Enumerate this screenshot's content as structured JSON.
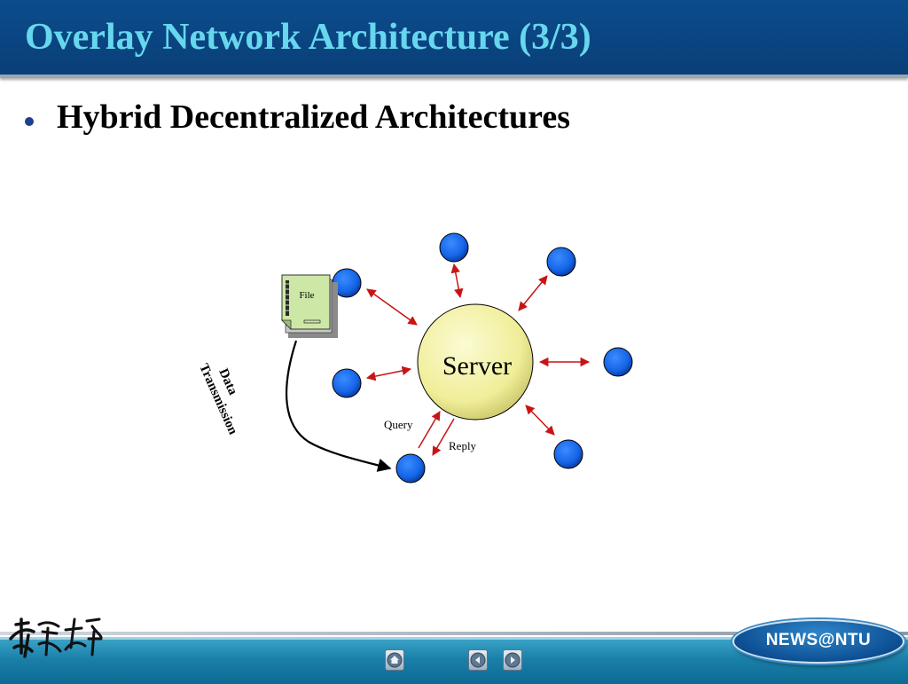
{
  "slide": {
    "title": "Overlay Network Architecture (3/3)",
    "bullet": "Hybrid Decentralized Architectures"
  },
  "diagram": {
    "server_label": "Server",
    "file_label": "File",
    "query_label": "Query",
    "reply_label": "Reply",
    "transmission_label_line1": "Data",
    "transmission_label_line2": "Transmission"
  },
  "footer": {
    "badge": "NEWS@NTU",
    "logo_text": "臺灣大學"
  },
  "colors": {
    "title_bar": "#0b4c8c",
    "title_text": "#67d7ee",
    "node_blue": "#1565e8",
    "server_yellow": "#f4f3a8",
    "arrow_red": "#c81414"
  },
  "icons": [
    "home-icon",
    "previous-icon",
    "next-icon"
  ]
}
